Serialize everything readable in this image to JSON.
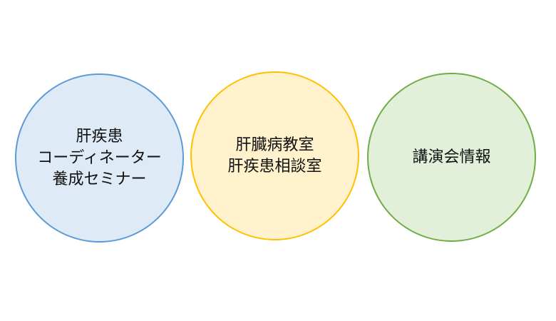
{
  "circles": [
    {
      "lines": [
        "肝疾患",
        "コーディネーター",
        "養成セミナー"
      ],
      "fill": "#DEEBF7",
      "stroke": "#5B9BD5"
    },
    {
      "lines": [
        "肝臓病教室",
        "肝疾患相談室"
      ],
      "fill": "#FFF2CC",
      "stroke": "#FFC000"
    },
    {
      "lines": [
        "講演会情報"
      ],
      "fill": "#E2F0D9",
      "stroke": "#70AD47"
    }
  ]
}
